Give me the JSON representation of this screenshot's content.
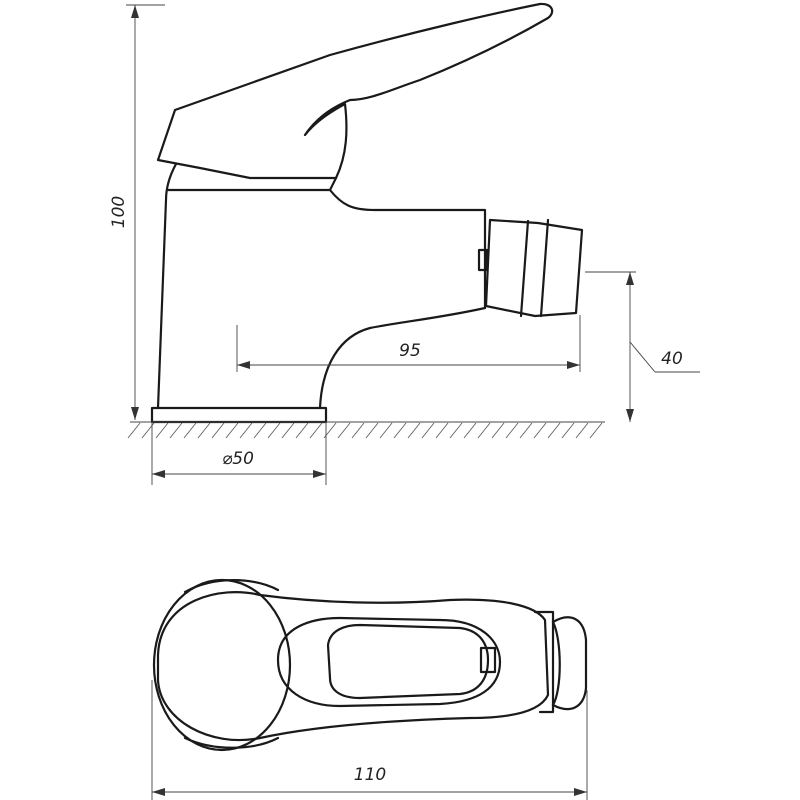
{
  "dimensions": {
    "height": "100",
    "spout_reach": "95",
    "outlet_height": "40",
    "base_diameter": "⌀50",
    "total_length": "110"
  },
  "colors": {
    "line": "#1a1a1a",
    "dimension_line": "#444444",
    "background": "#ffffff"
  }
}
